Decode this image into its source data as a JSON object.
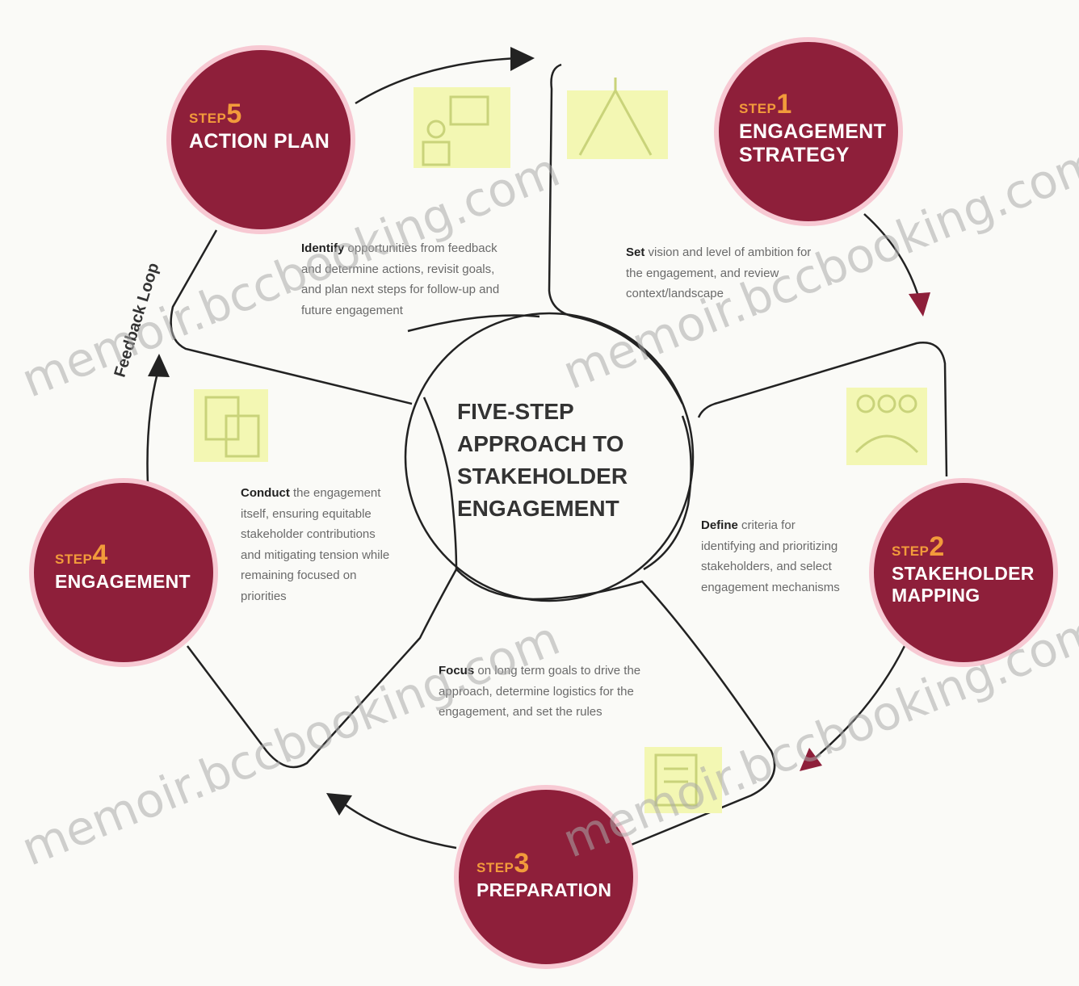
{
  "title_lines": [
    "FIVE-STEP",
    "APPROACH TO",
    "STAKEHOLDER",
    "ENGAGEMENT"
  ],
  "steps": [
    {
      "word": "STEP",
      "number": "1",
      "title_lines": [
        "ENGAGEMENT",
        "STRATEGY"
      ]
    },
    {
      "word": "STEP",
      "number": "2",
      "title_lines": [
        "STAKEHOLDER",
        "MAPPING"
      ]
    },
    {
      "word": "STEP",
      "number": "3",
      "title_lines": [
        "PREPARATION"
      ]
    },
    {
      "word": "STEP",
      "number": "4",
      "title_lines": [
        "ENGAGEMENT"
      ]
    },
    {
      "word": "STEP",
      "number": "5",
      "title_lines": [
        "ACTION PLAN"
      ]
    }
  ],
  "descriptions": {
    "step1": {
      "lead": "Set",
      "text": " vision and level of ambition for the engagement, and review context/landscape"
    },
    "step2": {
      "lead": "Define",
      "text": " criteria for identifying and prioritizing stakeholders, and select engagement mechanisms"
    },
    "step3": {
      "lead": "Focus",
      "text": " on long term goals to drive the approach, determine logistics for the engagement, and set the rules"
    },
    "step4": {
      "lead": "Conduct",
      "text": " the engagement itself, ensuring equitable stakeholder contributions and mitigating tension while remaining focused on priorities"
    },
    "step5": {
      "lead": "Identify",
      "text": " opportunities from feedback and determine actions, revisit goals, and plan next steps for follow-up and future engagement"
    }
  },
  "feedback_loop_label": "Feedback Loop",
  "watermark_text": "memoir.bccbooking.com",
  "icons": [
    "presentation-icon",
    "mountain-flag-icon",
    "people-group-icon",
    "documents-icon",
    "checklist-icon"
  ],
  "colors": {
    "circle": "#8e1f3a",
    "halo": "#f7c9d3",
    "step_accent": "#f29b3b",
    "arrow": "#222222",
    "arrow_accent": "#8e1f3a",
    "icon_bg": "#f3f7b3"
  }
}
